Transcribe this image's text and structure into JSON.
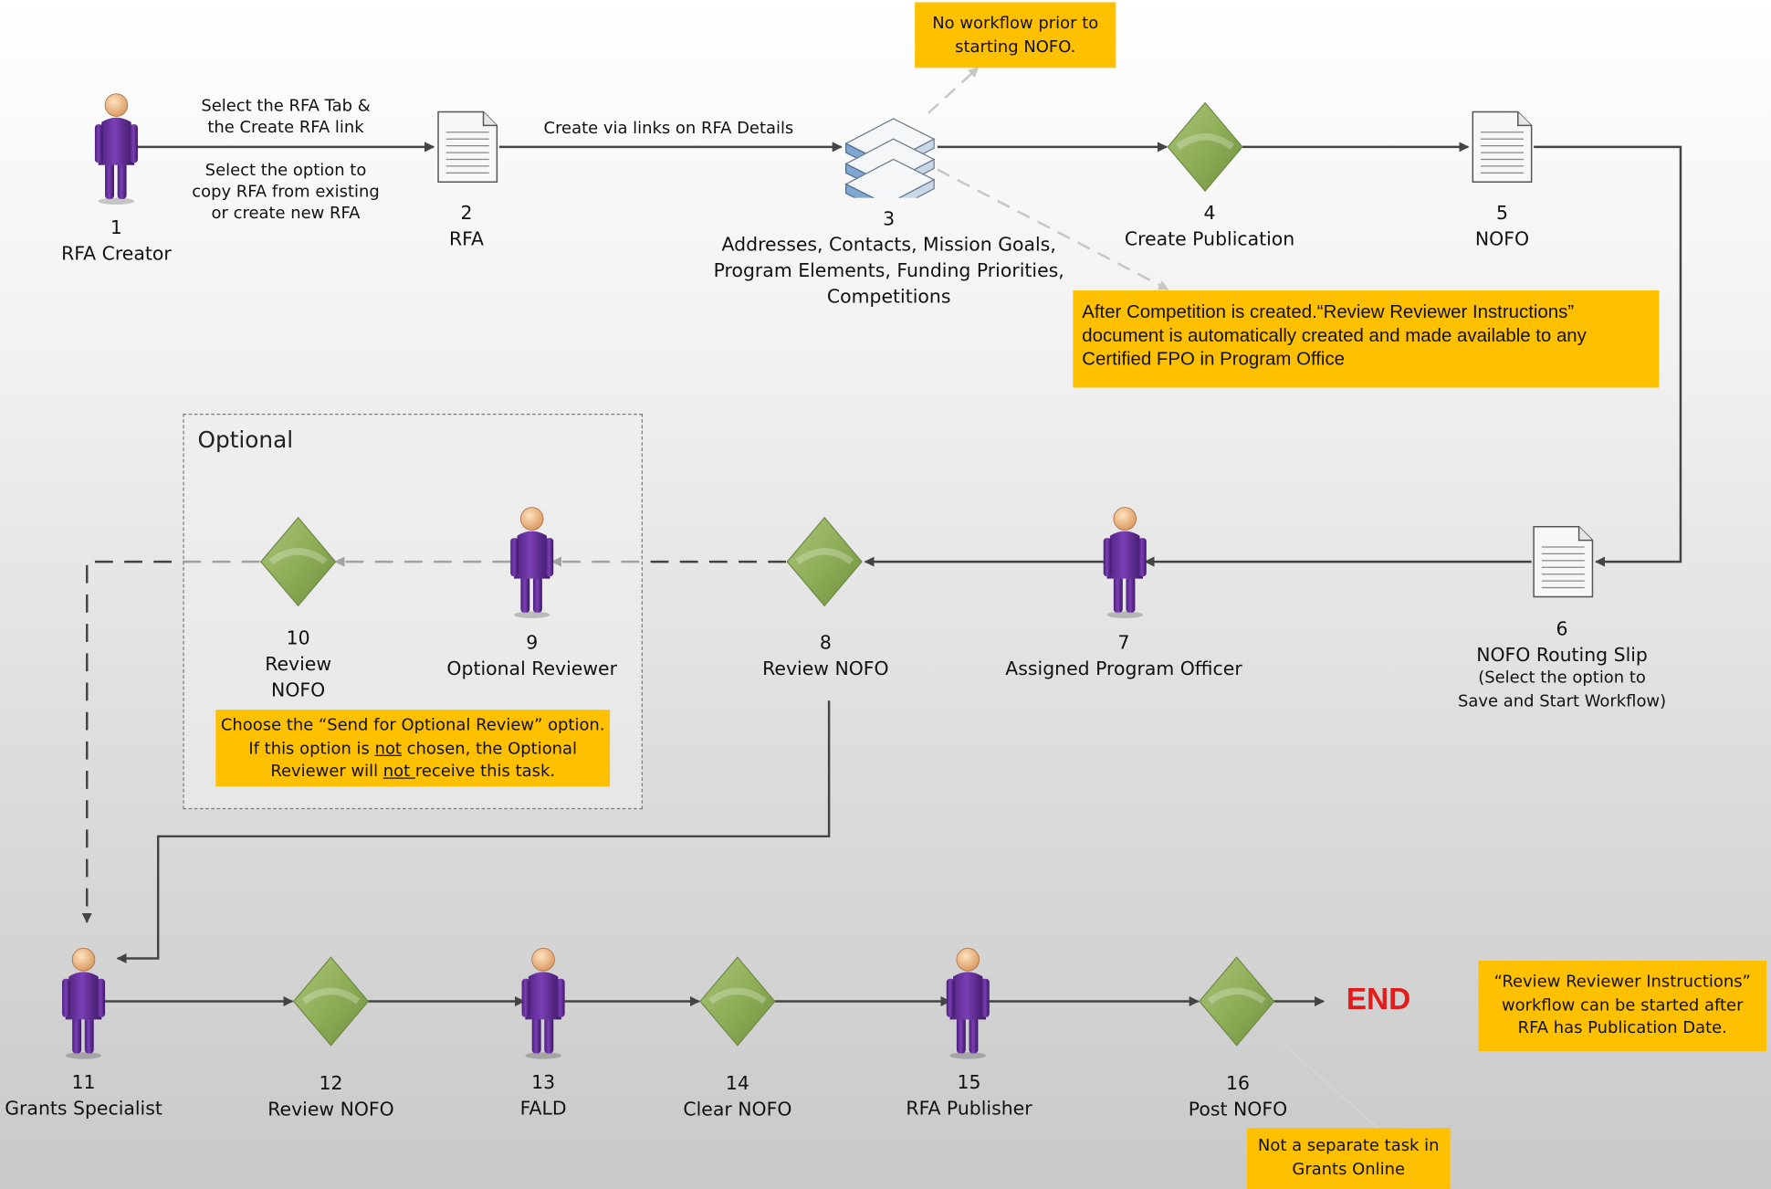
{
  "colors": {
    "person": "#7b3fb5",
    "diamond": "#8fae58",
    "note": "#ffc000",
    "end": "#e31b1b",
    "line": "#444444"
  },
  "edges": {
    "rfa_tab_top": [
      "Select the RFA Tab &",
      "the Create RFA link"
    ],
    "rfa_tab_bottom": [
      "Select the option to",
      "copy RFA from existing",
      "or create new RFA"
    ],
    "create_links": "Create via links on RFA Details"
  },
  "nodes": {
    "n1": {
      "num": "1",
      "label": [
        "RFA Creator"
      ],
      "icon": "person-icon"
    },
    "n2": {
      "num": "2",
      "label": [
        "RFA"
      ],
      "icon": "document-icon"
    },
    "n3": {
      "num": "3",
      "label": [
        "Addresses, Contacts, Mission Goals,",
        "Program Elements, Funding Priorities,",
        "Competitions"
      ],
      "icon": "stacked-documents-icon"
    },
    "n4": {
      "num": "4",
      "label": [
        "Create Publication"
      ],
      "icon": "decision-diamond-icon"
    },
    "n5": {
      "num": "5",
      "label": [
        "NOFO"
      ],
      "icon": "document-icon"
    },
    "n6": {
      "num": "6",
      "label": [
        "NOFO Routing Slip"
      ],
      "sub": [
        "(Select the option to",
        "Save and Start Workflow)"
      ],
      "icon": "document-icon"
    },
    "n7": {
      "num": "7",
      "label": [
        "Assigned Program Officer"
      ],
      "icon": "person-icon"
    },
    "n8": {
      "num": "8",
      "label": [
        "Review NOFO"
      ],
      "icon": "decision-diamond-icon"
    },
    "n9": {
      "num": "9",
      "label": [
        "Optional Reviewer"
      ],
      "icon": "person-icon"
    },
    "n10": {
      "num": "10",
      "label": [
        "Review",
        "NOFO"
      ],
      "icon": "decision-diamond-icon"
    },
    "n11": {
      "num": "11",
      "label": [
        "Grants Specialist"
      ],
      "icon": "person-icon"
    },
    "n12": {
      "num": "12",
      "label": [
        "Review NOFO"
      ],
      "icon": "decision-diamond-icon"
    },
    "n13": {
      "num": "13",
      "label": [
        "FALD"
      ],
      "icon": "person-icon"
    },
    "n14": {
      "num": "14",
      "label": [
        "Clear NOFO"
      ],
      "icon": "decision-diamond-icon"
    },
    "n15": {
      "num": "15",
      "label": [
        "RFA Publisher"
      ],
      "icon": "person-icon"
    },
    "n16": {
      "num": "16",
      "label": [
        "Post NOFO"
      ],
      "icon": "decision-diamond-icon"
    }
  },
  "optional": {
    "title": "Optional"
  },
  "notes": {
    "no_workflow": [
      "No workflow prior to",
      "starting NOFO."
    ],
    "after_competition": [
      "After Competition is created.“Review Reviewer Instructions”",
      "document is automatically created and made available to any",
      "Certified FPO in Program Office"
    ],
    "choose_send": {
      "line1": "Choose the “Send for Optional Review” option.",
      "line2a": "If this option is ",
      "line2b": "not",
      "line2c": " chosen, the Optional",
      "line3a": "Reviewer will ",
      "line3b": "not ",
      "line3c": "receive this task."
    },
    "review_instructions": [
      "“Review Reviewer Instructions”",
      "workflow can be started after",
      "RFA has Publication Date."
    ],
    "not_separate": [
      "Not a separate task in",
      "Grants Online"
    ]
  },
  "end_label": "END"
}
